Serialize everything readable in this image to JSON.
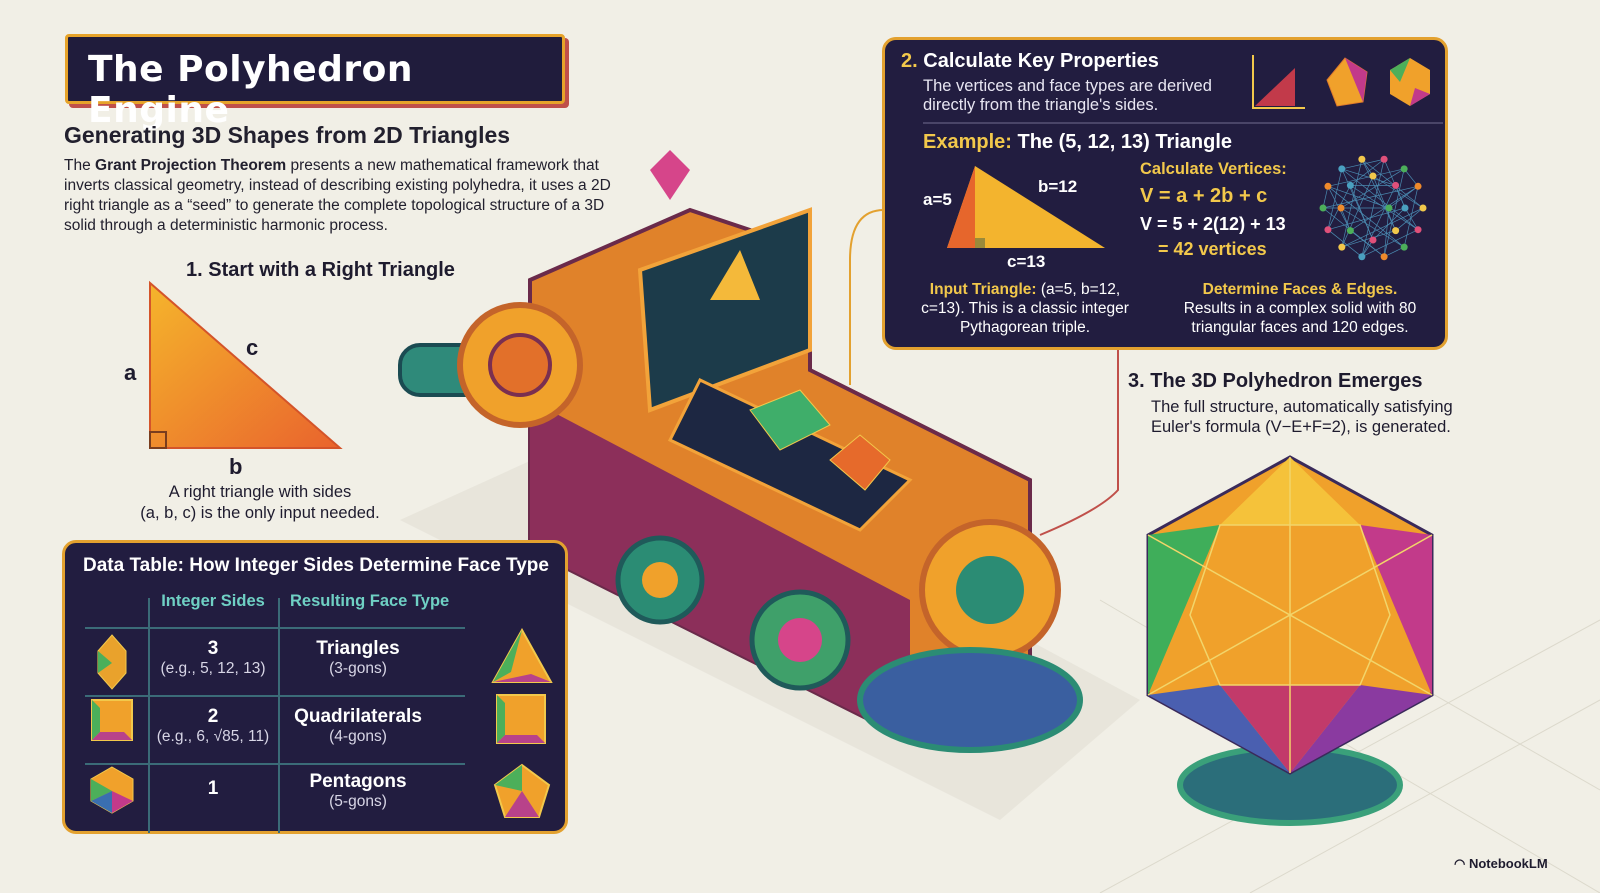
{
  "title": "The Polyhedron Engine",
  "subtitle": "Generating 3D Shapes from 2D Triangles",
  "intro": {
    "prefix": "The ",
    "bold": "Grant Projection Theorem",
    "rest": " presents a new mathematical framework that inverts classical geometry, instead of describing existing polyhedra, it uses a 2D right triangle as a “seed” to generate the complete topological structure of a 3D solid through a deterministic harmonic process."
  },
  "step1": {
    "heading": "1. Start with a Right Triangle",
    "labels": {
      "a": "a",
      "b": "b",
      "c": "c"
    },
    "caption_line1": "A right triangle with sides",
    "caption_line2": "(a, b, c) is the only input needed."
  },
  "table": {
    "title": "Data Table: How Integer Sides Determine Face Type",
    "headers": [
      "Integer Sides",
      "Resulting Face Type"
    ],
    "rows": [
      {
        "sides": "3",
        "example": "(e.g., 5, 12, 13)",
        "face": "Triangles",
        "gons": "(3-gons)"
      },
      {
        "sides": "2",
        "example": "(e.g., 6, √85, 11)",
        "face": "Quadrilaterals",
        "gons": "(4-gons)"
      },
      {
        "sides": "1",
        "example": "",
        "face": "Pentagons",
        "gons": "(5-gons)"
      }
    ]
  },
  "step2": {
    "heading_num": "2.",
    "heading": "Calculate Key Properties",
    "desc_line1": "The vertices and face types are derived",
    "desc_line2": "directly from the triangle's sides.",
    "example_label": "Example:",
    "example_title": "The (5, 12, 13) Triangle",
    "tri_a": "a=5",
    "tri_b": "b=12",
    "tri_c": "c=13",
    "calc_heading": "Calculate Vertices:",
    "formula": "V = a + 2b + c",
    "substitution": "V = 5 + 2(12) + 13",
    "result": "= 42 vertices",
    "input_label": "Input Triangle:",
    "input_text1": "(a=5, b=12,",
    "input_text2": "c=13). This is a classic integer",
    "input_text3": "Pythagorean triple.",
    "faces_heading": "Determine Faces & Edges.",
    "faces_text1": "Results in a complex solid with 80",
    "faces_text2": "triangular faces and 120 edges."
  },
  "step3": {
    "heading": "3. The 3D Polyhedron Emerges",
    "text1": "The full structure, automatically satisfying",
    "text2": "Euler's formula (V−E+F=2), is generated."
  },
  "brand": "NotebookLM",
  "colors": {
    "navy": "#221d40",
    "gold": "#e3a12f",
    "teal": "#6fd0c4",
    "orange": "#ef8a2b"
  }
}
